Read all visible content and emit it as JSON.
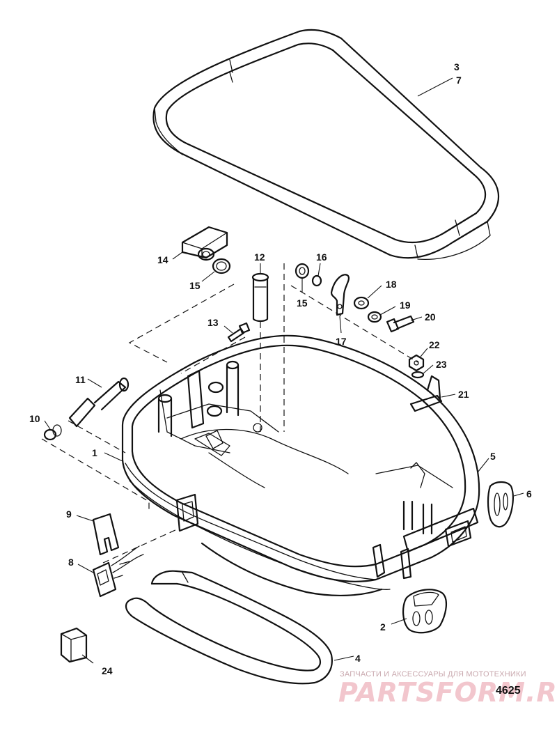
{
  "callouts": {
    "c1": "1",
    "c2": "2",
    "c3": "3",
    "c4": "4",
    "c5": "5",
    "c6": "6",
    "c7": "7",
    "c8": "8",
    "c9": "9",
    "c10": "10",
    "c11": "11",
    "c12": "12",
    "c13": "13",
    "c14": "14",
    "c15a": "15",
    "c15b": "15",
    "c16": "16",
    "c17": "17",
    "c18": "18",
    "c19": "19",
    "c20": "20",
    "c21": "21",
    "c22": "22",
    "c23": "23",
    "c24": "24"
  },
  "drawing_number": "4625",
  "watermark": {
    "caption": "ЗАПЧАСТИ И АКСЕССУАРЫ ДЛЯ МОТОТЕХНИКИ",
    "logo": "PARTSFORM.RU"
  }
}
